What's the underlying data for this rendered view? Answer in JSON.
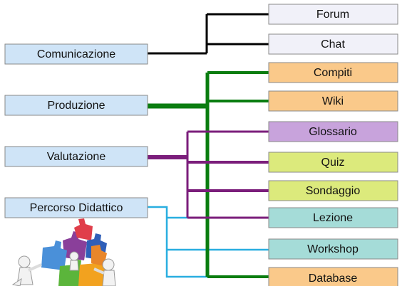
{
  "categories": [
    {
      "id": "comunicazione",
      "label": "Comunicazione",
      "color": "#000000"
    },
    {
      "id": "produzione",
      "label": "Produzione",
      "color": "#0a7d10"
    },
    {
      "id": "valutazione",
      "label": "Valutazione",
      "color": "#7b1e7b"
    },
    {
      "id": "percorso",
      "label": "Percorso Didattico",
      "color": "#29aee0"
    }
  ],
  "activities": [
    {
      "id": "forum",
      "label": "Forum",
      "fill": "#f1f1f9"
    },
    {
      "id": "chat",
      "label": "Chat",
      "fill": "#f1f1f9"
    },
    {
      "id": "compiti",
      "label": "Compiti",
      "fill": "#fac98a"
    },
    {
      "id": "wiki",
      "label": "Wiki",
      "fill": "#fac98a"
    },
    {
      "id": "glossario",
      "label": "Glossario",
      "fill": "#c8a3dc"
    },
    {
      "id": "quiz",
      "label": "Quiz",
      "fill": "#dcea7c"
    },
    {
      "id": "sondaggio",
      "label": "Sondaggio",
      "fill": "#dcea7c"
    },
    {
      "id": "lezione",
      "label": "Lezione",
      "fill": "#a5dcd8"
    },
    {
      "id": "workshop",
      "label": "Workshop",
      "fill": "#a5dcd8"
    },
    {
      "id": "database",
      "label": "Database",
      "fill": "#fac98a"
    }
  ],
  "colors": {
    "category_fill": "#cfe4f7",
    "box_border": "#8a8a8a"
  },
  "illustration": {
    "icon": "puzzle-teamwork-icon"
  }
}
